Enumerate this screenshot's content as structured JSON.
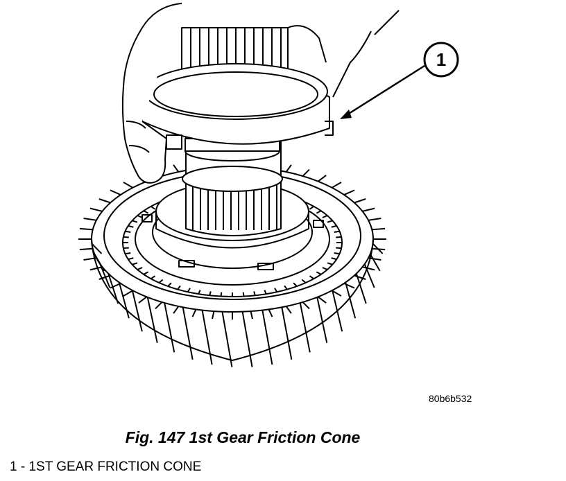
{
  "callout": {
    "number": "1"
  },
  "figure_id": "80b6b532",
  "caption": "Fig. 147 1st Gear Friction Cone",
  "legend": [
    {
      "text": "1 - 1ST GEAR FRICTION CONE"
    }
  ]
}
